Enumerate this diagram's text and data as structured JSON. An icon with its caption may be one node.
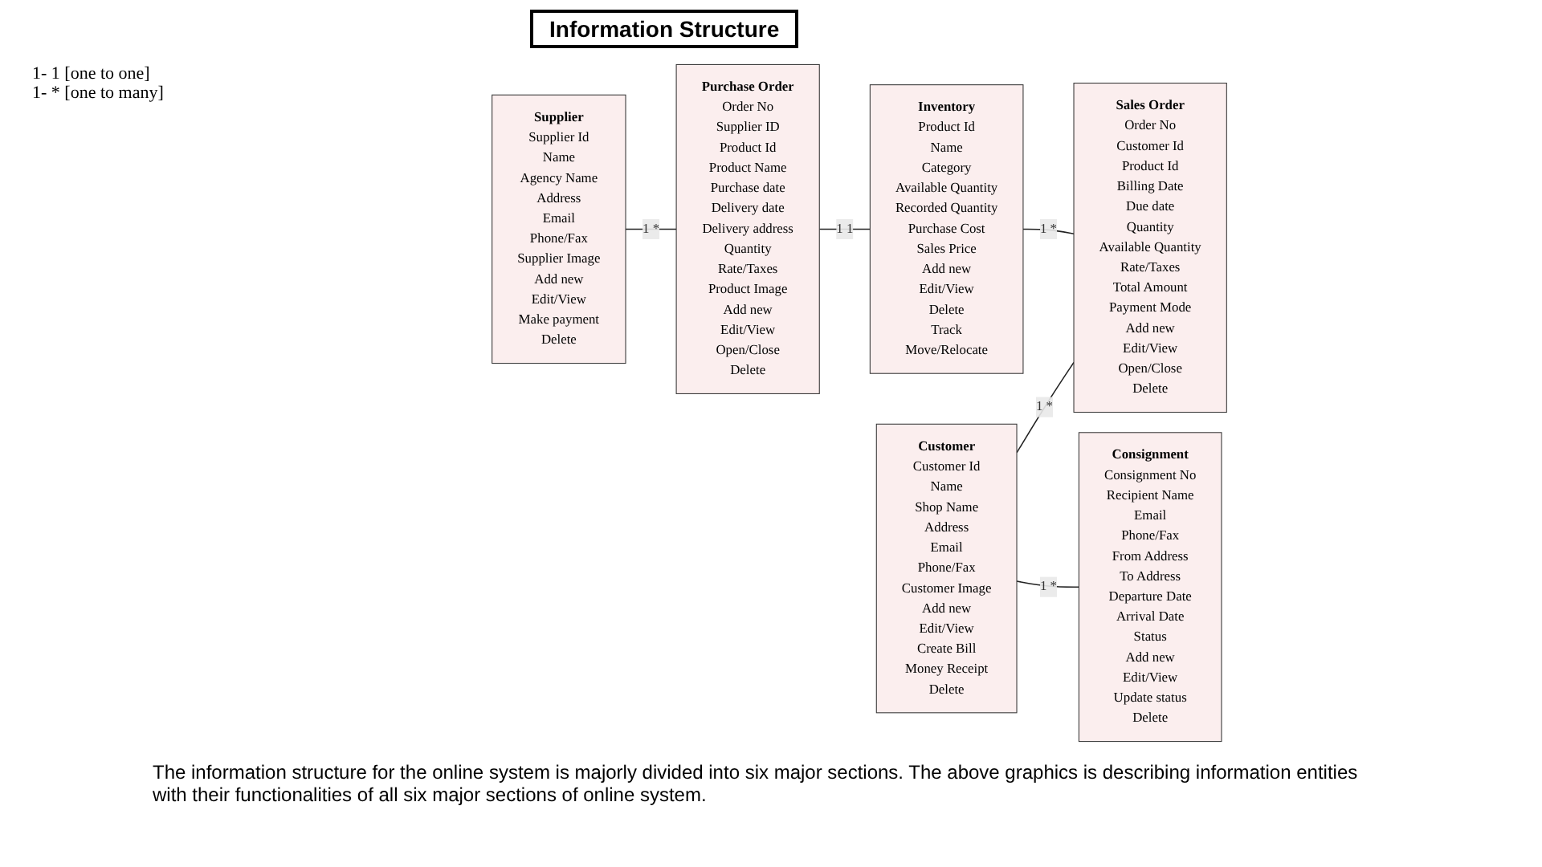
{
  "diagram": {
    "title": "Information Structure",
    "nodes": [
      {
        "text": [
          "Supplier",
          "Supplier Id",
          "Name",
          "Agency Name",
          "Address",
          "Email",
          "Phone/Fax",
          "Supplier Image",
          "Add new",
          "Edit/View",
          "Make payment",
          "Delete"
        ]
      },
      {
        "text": [
          "Purchase Order",
          "Order No",
          "Supplier ID",
          "Product Id",
          "Product Name",
          "Purchase date",
          "Delivery date",
          "Delivery address",
          "Quantity",
          "Rate/Taxes",
          "Product Image",
          "Add new",
          "Edit/View",
          "Open/Close",
          "Delete"
        ]
      },
      {
        "text": [
          "Inventory",
          "Product Id",
          "Name",
          "Category",
          "Available Quantity",
          "Recorded Quantity",
          "Purchase Cost",
          "Sales Price",
          "Add new",
          "Edit/View",
          "Delete",
          "Track",
          "Move/Relocate"
        ]
      },
      {
        "text": [
          "Sales Order",
          "Order No",
          "Customer Id",
          "Product Id",
          "Billing Date",
          "Due date",
          "Quantity",
          "Available Quantity",
          "Rate/Taxes",
          "Total Amount",
          "Payment Mode",
          "Add new",
          "Edit/View",
          "Open/Close",
          "Delete"
        ]
      },
      {
        "text": [
          "Customer",
          "Customer Id",
          "Name",
          "Shop Name",
          "Address",
          "Email",
          "Phone/Fax",
          "Customer Image",
          "Add new",
          "Edit/View",
          "Create Bill",
          "Money Receipt",
          "Delete"
        ]
      },
      {
        "text": [
          "Consignment",
          "Consignment No",
          "Recipient Name",
          "Email",
          "Phone/Fax",
          "From Address",
          "To Address",
          "Departure Date",
          "Arrival Date",
          "Status",
          "Add new",
          "Edit/View",
          "Update status",
          "Delete"
        ]
      }
    ],
    "edges": [
      {
        "from": 0,
        "to": 1,
        "arrow": "none",
        "label": "1 *"
      },
      {
        "from": 1,
        "to": 2,
        "arrow": "none",
        "label": "1 1"
      },
      {
        "from": 2,
        "to": 3,
        "arrow": "none",
        "label": "1 *"
      },
      {
        "from": 4,
        "to": 3,
        "arrow": "none",
        "label": "1 *"
      },
      {
        "from": 4,
        "to": 5,
        "arrow": "none",
        "label": "1 *"
      }
    ],
    "labels": [
      "1- 1 [one to one]",
      "1- * [one to many]"
    ],
    "caption": "The information structure for the online system is majorly divided into six major sections. The above graphics is describing information entities with their functionalities of all six major sections of online system."
  }
}
